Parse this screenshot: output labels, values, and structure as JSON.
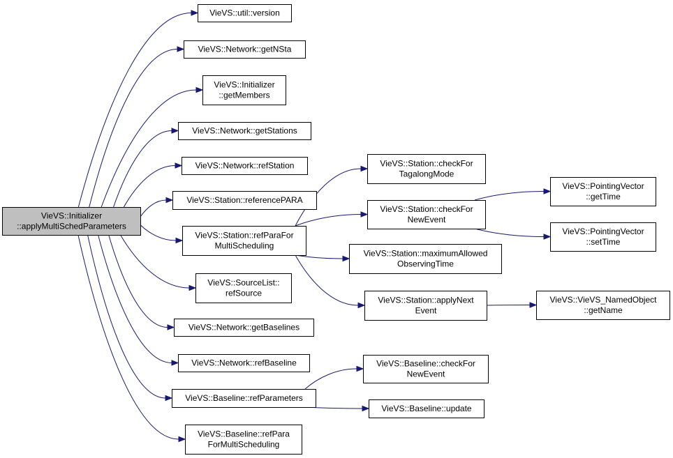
{
  "colors": {
    "edge": "#191970",
    "root_fill": "#bfbfbf",
    "node_fill": "#ffffff",
    "border": "#000000"
  },
  "nodes": {
    "root": {
      "lines": [
        "VieVS::Initializer",
        "::applyMultiSchedParameters"
      ]
    },
    "util_version": {
      "lines": [
        "VieVS::util::version"
      ]
    },
    "net_getNSta": {
      "lines": [
        "VieVS::Network::getNSta"
      ]
    },
    "init_getMembers": {
      "lines": [
        "VieVS::Initializer",
        "::getMembers"
      ]
    },
    "net_getStations": {
      "lines": [
        "VieVS::Network::getStations"
      ]
    },
    "net_refStation": {
      "lines": [
        "VieVS::Network::refStation"
      ]
    },
    "sta_referencePARA": {
      "lines": [
        "VieVS::Station::referencePARA"
      ]
    },
    "sta_refParaMS": {
      "lines": [
        "VieVS::Station::refParaFor",
        "MultiScheduling"
      ]
    },
    "src_refSource": {
      "lines": [
        "VieVS::SourceList::",
        "refSource"
      ]
    },
    "net_getBaselines": {
      "lines": [
        "VieVS::Network::getBaselines"
      ]
    },
    "net_refBaseline": {
      "lines": [
        "VieVS::Network::refBaseline"
      ]
    },
    "bl_refParameters": {
      "lines": [
        "VieVS::Baseline::refParameters"
      ]
    },
    "bl_refParaMS": {
      "lines": [
        "VieVS::Baseline::refPara",
        "ForMultiScheduling"
      ]
    },
    "sta_tagalong": {
      "lines": [
        "VieVS::Station::checkFor",
        "TagalongMode"
      ]
    },
    "sta_newEvent": {
      "lines": [
        "VieVS::Station::checkFor",
        "NewEvent"
      ]
    },
    "sta_maxObs": {
      "lines": [
        "VieVS::Station::maximumAllowed",
        "ObservingTime"
      ]
    },
    "sta_applyNext": {
      "lines": [
        "VieVS::Station::applyNext",
        "Event"
      ]
    },
    "pv_getTime": {
      "lines": [
        "VieVS::PointingVector",
        "::getTime"
      ]
    },
    "pv_setTime": {
      "lines": [
        "VieVS::PointingVector",
        "::setTime"
      ]
    },
    "no_getName": {
      "lines": [
        "VieVS::VieVS_NamedObject",
        "::getName"
      ]
    },
    "bl_newEvent": {
      "lines": [
        "VieVS::Baseline::checkFor",
        "NewEvent"
      ]
    },
    "bl_update": {
      "lines": [
        "VieVS::Baseline::update"
      ]
    }
  },
  "edges": [
    [
      "root",
      "util_version"
    ],
    [
      "root",
      "net_getNSta"
    ],
    [
      "root",
      "init_getMembers"
    ],
    [
      "root",
      "net_getStations"
    ],
    [
      "root",
      "net_refStation"
    ],
    [
      "root",
      "sta_referencePARA"
    ],
    [
      "root",
      "sta_refParaMS"
    ],
    [
      "root",
      "src_refSource"
    ],
    [
      "root",
      "net_getBaselines"
    ],
    [
      "root",
      "net_refBaseline"
    ],
    [
      "root",
      "bl_refParameters"
    ],
    [
      "root",
      "bl_refParaMS"
    ],
    [
      "sta_refParaMS",
      "sta_tagalong"
    ],
    [
      "sta_refParaMS",
      "sta_newEvent"
    ],
    [
      "sta_refParaMS",
      "sta_maxObs"
    ],
    [
      "sta_refParaMS",
      "sta_applyNext"
    ],
    [
      "sta_newEvent",
      "pv_getTime"
    ],
    [
      "sta_newEvent",
      "pv_setTime"
    ],
    [
      "sta_applyNext",
      "no_getName"
    ],
    [
      "bl_refParameters",
      "bl_newEvent"
    ],
    [
      "bl_refParameters",
      "bl_update"
    ]
  ]
}
